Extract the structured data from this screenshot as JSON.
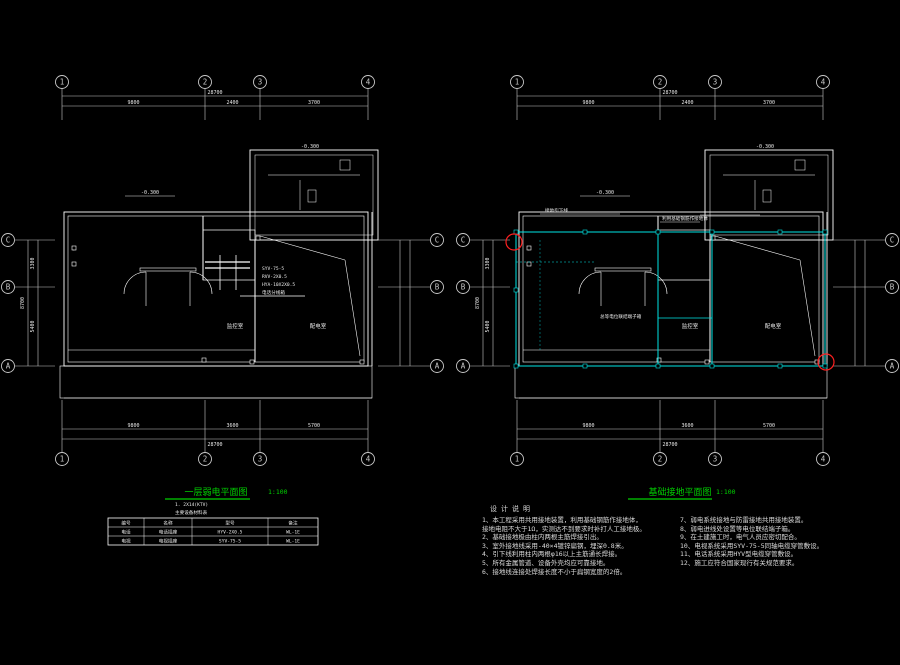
{
  "colors": {
    "background": "#000000",
    "wall": "#ffffff",
    "axis": "#c8c8c8",
    "ground_line": "#00e5e5",
    "title_green": "#00d000",
    "annotation": "#e8e8e8",
    "highlight_circle": "#ff2020",
    "tag": "#ffffff"
  },
  "left_plan": {
    "axes_top": [
      "1",
      "2",
      "3",
      "4"
    ],
    "axes_bottom": [
      "1",
      "2",
      "3",
      "4"
    ],
    "axes_side": [
      "C",
      "B",
      "A"
    ],
    "title": "一层弱电平面图",
    "scale": "1:100",
    "dim_top_total": "28700",
    "dim_bottom_total": "28700",
    "dim_top_parts": [
      "9800",
      "2400",
      "3700"
    ],
    "dim_bottom_parts": [
      "9800",
      "3600",
      "5700"
    ],
    "dim_side_parts": [
      "3300",
      "5400"
    ],
    "dim_side_total": "8700",
    "level_mark": "-0.300",
    "room_labels": [
      "监控室",
      "配电室"
    ],
    "cable_notes": [
      "SYV-75-5",
      "RVV-2X0.5",
      "HYA-10X2X0.5",
      "电话分线箱"
    ],
    "legend": {
      "heading": "主要设备材料表",
      "note": "1. 2X14(KTV)",
      "columns": [
        "编号",
        "名称",
        "型号",
        "备注"
      ],
      "rows": [
        [
          "电话",
          "电话插座",
          "HYV-2X0.5",
          "WL-1E"
        ],
        [
          "电视",
          "电视插座",
          "SYV-75-5",
          "WL-1E"
        ]
      ]
    }
  },
  "right_plan": {
    "axes_top": [
      "1",
      "2",
      "3",
      "4"
    ],
    "axes_bottom": [
      "1",
      "2",
      "3",
      "4"
    ],
    "axes_side": [
      "C",
      "B",
      "A"
    ],
    "title": "基础接地平面图",
    "scale": "1:100",
    "dim_top_total": "28700",
    "dim_bottom_total": "28700",
    "dim_top_parts": [
      "9800",
      "2400",
      "3700"
    ],
    "dim_bottom_parts": [
      "9800",
      "3600",
      "5700"
    ],
    "dim_side_parts": [
      "3300",
      "5400"
    ],
    "dim_side_total": "8700",
    "level_mark": "-0.300",
    "room_labels": [
      "监控室",
      "配电室"
    ],
    "ground_notes": [
      "接地引下线",
      "利用基础钢筋作接地体",
      "总等电位联结端子箱"
    ]
  },
  "notes": {
    "title": "设计说明",
    "items": [
      "1、本工程采用共用接地装置，利用基础钢筋作接地体，",
      "   接地电阻不大于1Ω，实测达不到要求时补打人工接地极。",
      "2、基础接地极由柱内两根主筋焊接引出。",
      "3、室外接地线采用-40×4镀锌扁钢，埋深0.8米。",
      "4、引下线利用柱内两根φ16以上主筋通长焊接。",
      "5、所有金属管道、设备外壳均应可靠接地。",
      "6、接地线连接处焊接长度不小于扁钢宽度的2倍。",
      "7、弱电系统接地与防雷接地共用接地装置。",
      "8、弱电进线处设置等电位联结端子箱。",
      "9、在土建施工时，电气人员应密切配合。",
      "10、电视系统采用SYV-75-5同轴电缆穿管敷设。",
      "11、电话系统采用HYV型电缆穿管敷设。",
      "12、施工应符合国家现行有关规范要求。"
    ]
  }
}
